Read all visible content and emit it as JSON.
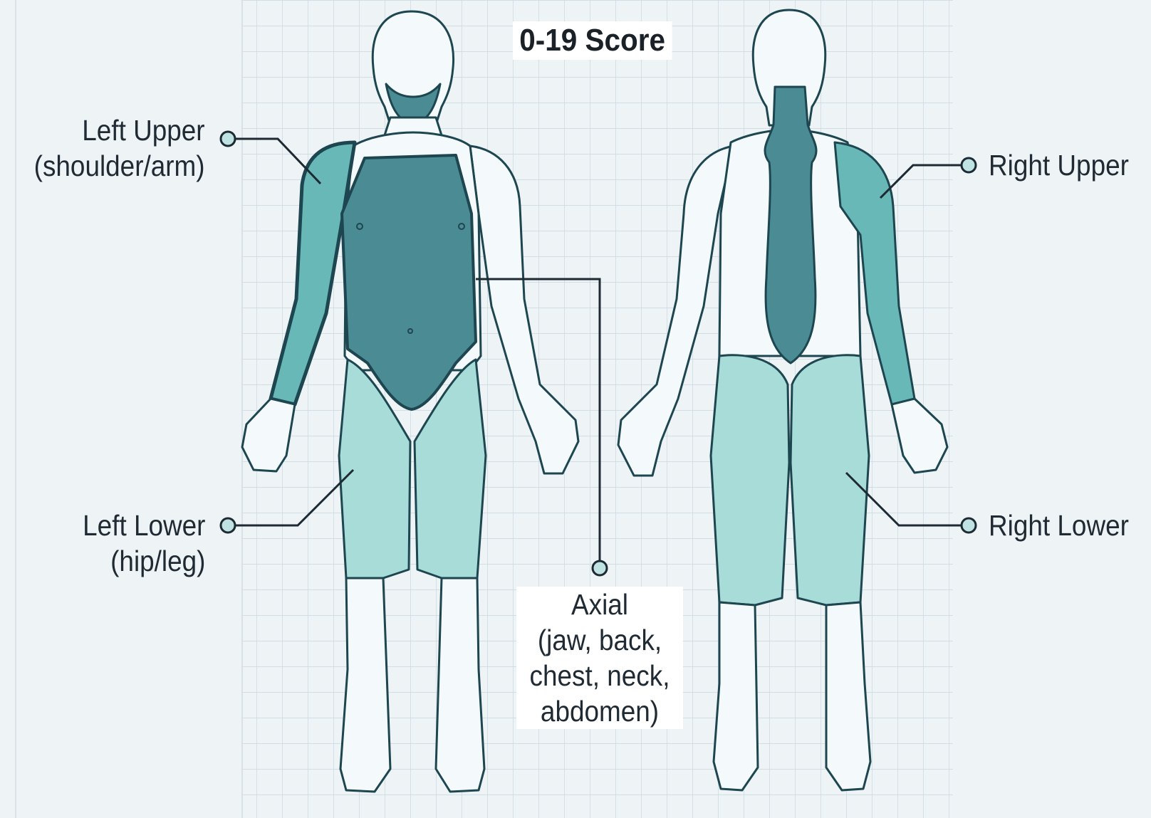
{
  "title": "0-19 Score",
  "regions": {
    "left_upper": {
      "line1": "Left Upper",
      "line2": "(shoulder/arm)"
    },
    "left_lower": {
      "line1": "Left Lower",
      "line2": "(hip/leg)"
    },
    "right_upper": {
      "line1": "Right Upper"
    },
    "right_lower": {
      "line1": "Right Lower"
    },
    "axial": {
      "line1": "Axial",
      "line2": "(jaw, back,",
      "line3": "chest, neck,",
      "line4": "abdomen)"
    }
  },
  "colors": {
    "background": "#eef3f6",
    "grid": "#c9d7e0",
    "body_fill": "#f4fafb",
    "outline": "#1d4650",
    "axial_dark": "#4b8b93",
    "upper_mid": "#68b8b8",
    "lower_light": "#a8dcd8"
  }
}
